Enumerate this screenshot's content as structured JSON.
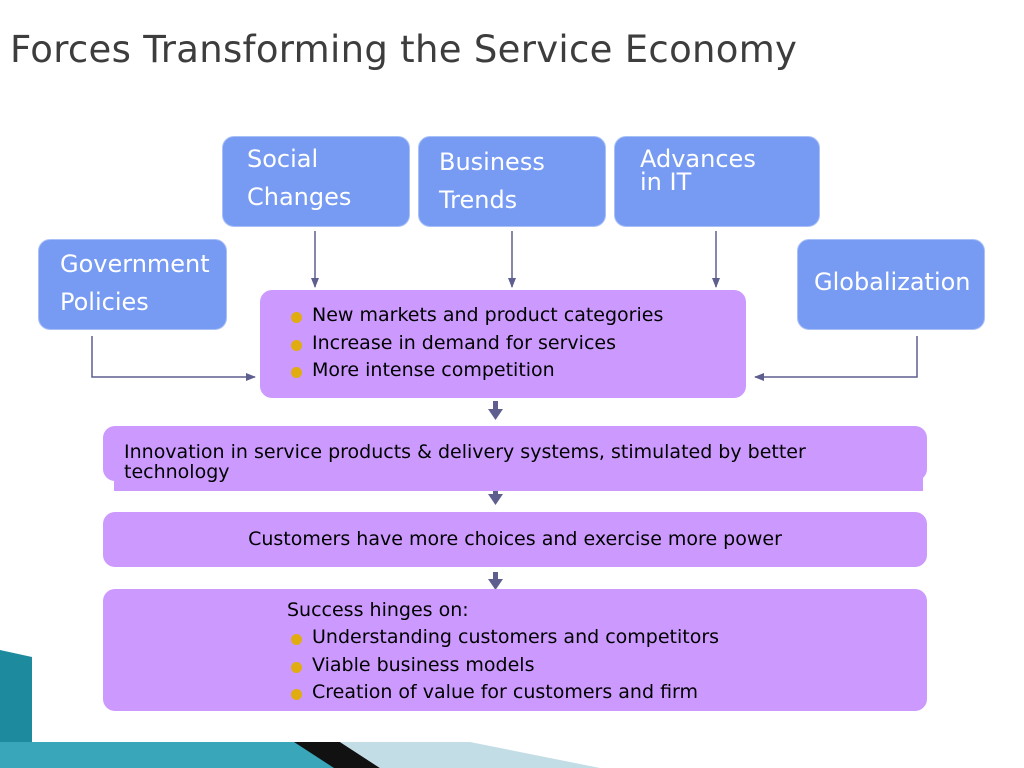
{
  "slide": {
    "title": "Forces Transforming the Service Economy"
  },
  "forces": {
    "social": [
      "Social",
      "Changes"
    ],
    "business": [
      "Business",
      "Trends"
    ],
    "it": [
      "Advances",
      "in IT"
    ],
    "government": [
      "Government",
      "Policies"
    ],
    "globalization": "Globalization"
  },
  "impacts": [
    "New markets and product categories",
    "Increase in demand for services",
    "More intense competition"
  ],
  "innovation": "Innovation in service products & delivery systems, stimulated by better technology",
  "customers": "Customers have more choices and exercise more power",
  "success": {
    "heading": "Success hinges on:",
    "items": [
      "Understanding customers and competitors",
      "Viable business models",
      "Creation of value for customers and firm"
    ]
  },
  "colors": {
    "force_box": "#779bf2",
    "outcome_box": "#cc99ff",
    "bullet": "#e0ac10",
    "arrow": "#5f5f8f"
  }
}
